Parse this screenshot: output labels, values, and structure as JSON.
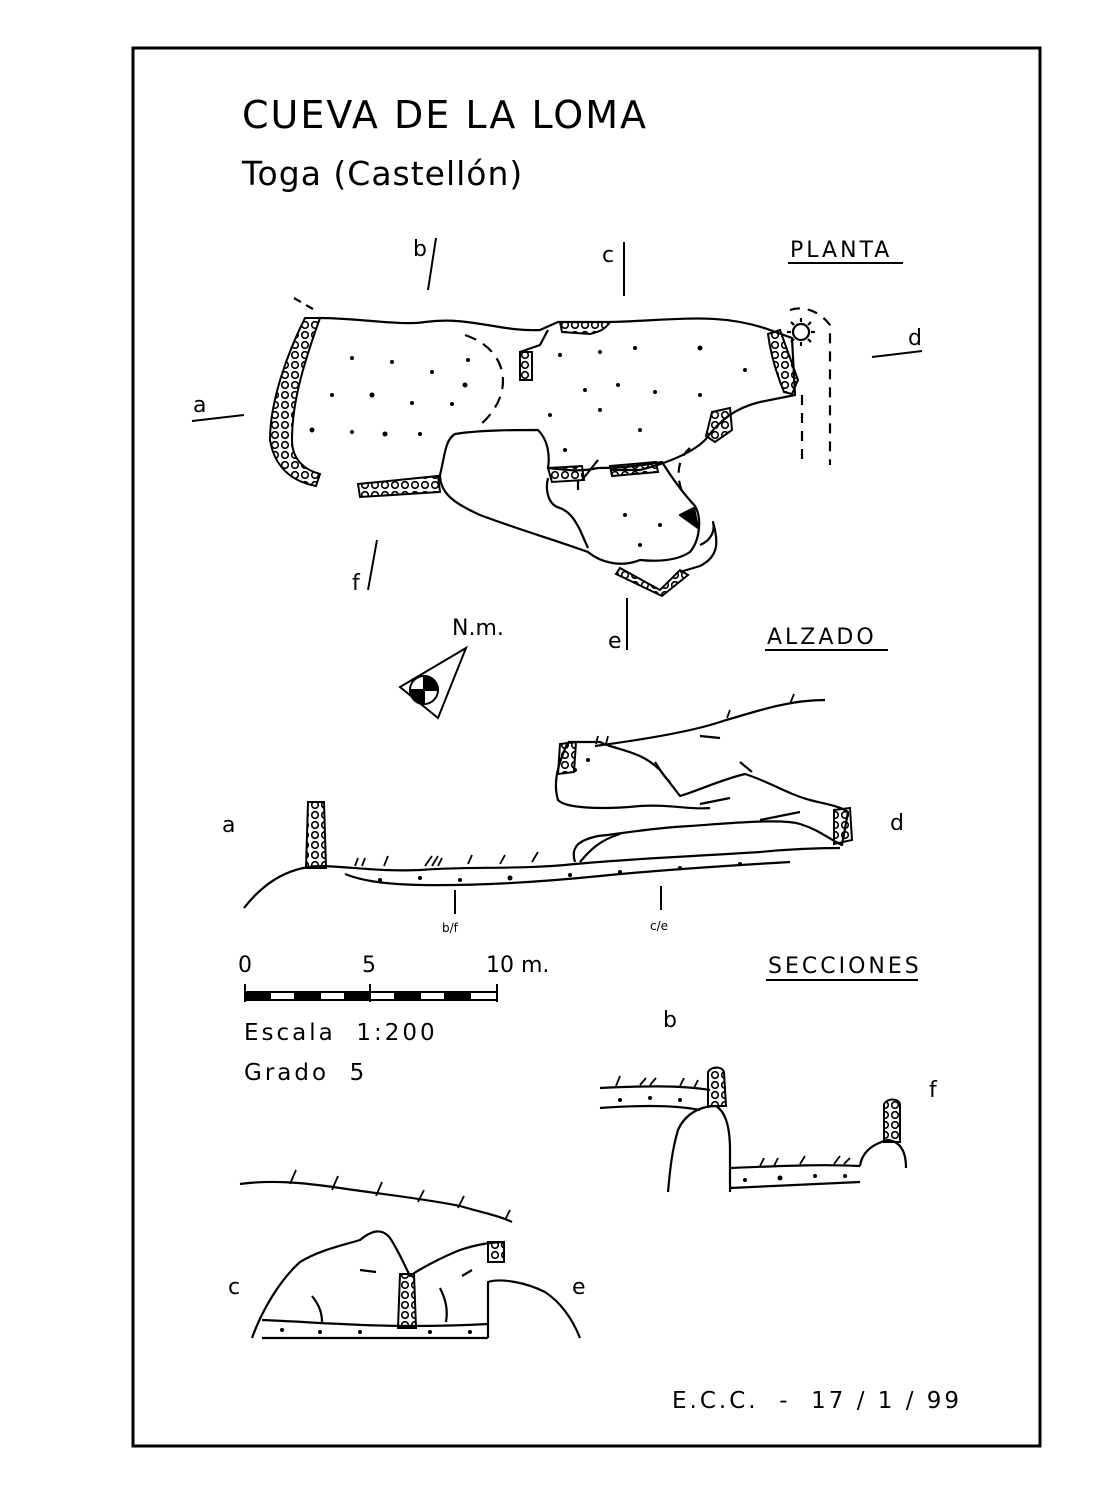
{
  "title": {
    "name": "CUEVA DE LA LOMA",
    "location": "Toga (Castellón)"
  },
  "views": {
    "plan": "PLANTA",
    "elevation": "ALZADO",
    "sections": "SECCIONES"
  },
  "section_marks": {
    "a": "a",
    "b": "b",
    "c": "c",
    "d": "d",
    "e": "e",
    "f": "f",
    "bf": "b/f",
    "ce": "c/e"
  },
  "north": {
    "label": "N.m."
  },
  "scale": {
    "t0": "0",
    "t5": "5",
    "t10": "10 m.",
    "escala": "Escala  1:200",
    "grado": "Grado  5"
  },
  "credit": "E.C.C.  -  17 / 1 / 99"
}
